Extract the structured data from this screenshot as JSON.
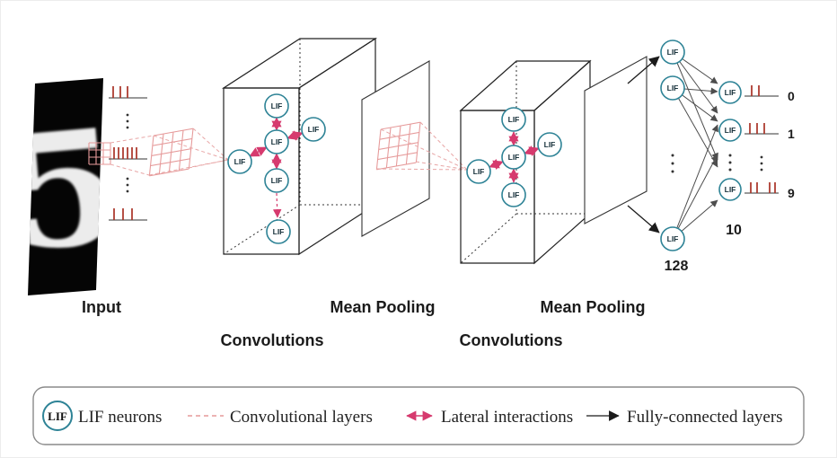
{
  "diagram": {
    "input": {
      "digit": "5",
      "label": "Input"
    },
    "conv1_label": "Convolutions",
    "pool1_label": "Mean Pooling",
    "conv2_label": "Convolutions",
    "pool2_label": "Mean Pooling",
    "fc_hidden_count": "128",
    "fc_output_count": "10",
    "neuron_label": "LIF"
  },
  "outputs": [
    "0",
    "1",
    "9"
  ],
  "legend": {
    "lif_symbol": "LIF",
    "items": [
      {
        "label": "LIF neurons"
      },
      {
        "label": "Convolutional layers"
      },
      {
        "label": "Lateral interactions"
      },
      {
        "label": "Fully-connected layers"
      }
    ]
  },
  "colors": {
    "lif_stroke": "#2e8396",
    "conv_grid_pink": "#e69a9a",
    "lateral_interaction": "#d63a6e",
    "spike_red": "#a93226",
    "fc_line_gray": "#4d4d4d",
    "text": "#1b1b1b"
  }
}
